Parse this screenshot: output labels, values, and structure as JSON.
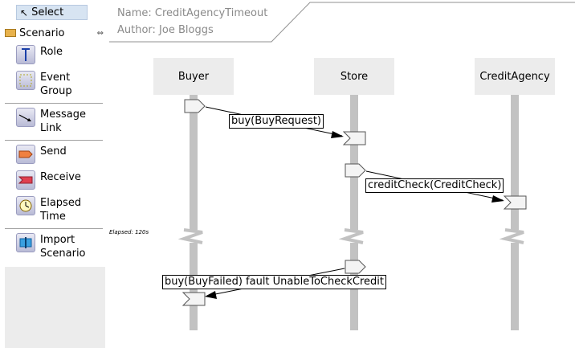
{
  "palette": {
    "select_label": "Select",
    "drawer_label": "Scenario",
    "items": [
      {
        "label": "Role",
        "icon": "role-icon"
      },
      {
        "label": "Event\nGroup",
        "icon": "event-group-icon"
      },
      {
        "label": "Message\nLink",
        "icon": "message-link-icon"
      },
      {
        "label": "Send",
        "icon": "send-icon"
      },
      {
        "label": "Receive",
        "icon": "receive-icon"
      },
      {
        "label": "Elapsed\nTime",
        "icon": "elapsed-time-icon"
      },
      {
        "label": "Import\nScenario",
        "icon": "import-scenario-icon"
      }
    ]
  },
  "diagram": {
    "name_line": "Name: CreditAgencyTimeout",
    "author_line": "Author: Joe Bloggs",
    "lifelines": [
      "Buyer",
      "Store",
      "CreditAgency"
    ],
    "messages": [
      "buy(BuyRequest)",
      "creditCheck(CreditCheck)",
      "buy(BuyFailed) fault UnableToCheckCredit"
    ],
    "elapsed_label": "Elapsed: 120s"
  },
  "colors": {
    "lifeline": "#c2c2c2",
    "lifeline_head": "#ececec",
    "selected_bg": "#d7e4f2"
  }
}
